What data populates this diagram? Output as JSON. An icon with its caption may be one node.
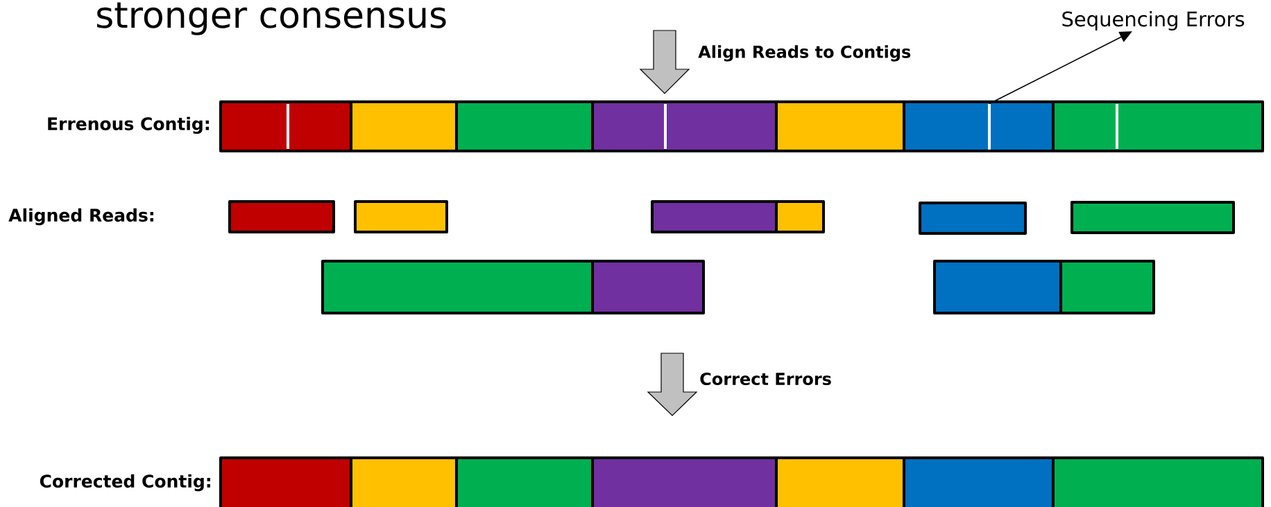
{
  "diagram": {
    "nodes": [
      {
        "text": [
          "Sequencing Errors"
        ]
      },
      {
        "text": [],
        "shape": "bar"
      }
    ],
    "edges": [
      {
        "from": 1,
        "to": 0,
        "arrow": "to"
      }
    ],
    "labels": [
      "stronger consensus",
      "Align Reads to Contigs",
      "Errenous Contig:",
      "Aligned Reads:",
      "Correct Errors",
      "Corrected Contig:"
    ]
  }
}
